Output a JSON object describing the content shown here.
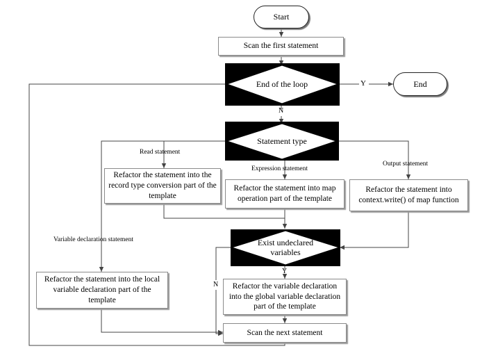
{
  "nodes": {
    "start": "Start",
    "scan_first": "Scan the first statement",
    "end_loop": "End of the loop",
    "end": "End",
    "statement_type": "Statement type",
    "refactor_record": "Refactor the statement into the record type conversion part of the template",
    "refactor_map_op": "Refactor the statement into map operation part of the template",
    "refactor_context": "Refactor the statement into context.write() of map function",
    "exist_undeclared": "Exist undeclared variables",
    "refactor_local": "Refactor the statement into the local variable declaration part of the template",
    "refactor_global": "Refactor the variable declaration into the global variable declaration part of the template",
    "scan_next": "Scan the next statement"
  },
  "edge_labels": {
    "yes_end": "Y",
    "no_loop": "N",
    "read": "Read statement",
    "expression": "Expression statement",
    "output": "Output statement",
    "var_decl": "Variable declaration statement",
    "yes_undeclared": "Y",
    "no_undeclared": "N"
  },
  "colors": {
    "line": "#444444",
    "box_border": "#8a8a8a",
    "decision_fill": "#000000"
  }
}
